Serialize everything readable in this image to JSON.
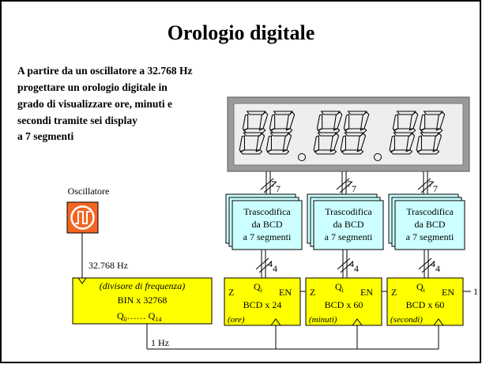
{
  "slide": {
    "title": "Orologio digitale",
    "intro_lines": [
      "A partire da un oscillatore a 32.768 Hz",
      "progettare un orologio digitale in",
      "grado di visualizzare ore, minuti e",
      "secondi tramite sei display",
      "a 7 segmenti"
    ]
  },
  "oscillator": {
    "label": "Oscillatore",
    "frequency": "32.768 Hz",
    "icon": "square-wave-icon",
    "color": "#f26522"
  },
  "divider": {
    "title": "(divisore di frequenza)",
    "name": "BIN x 32768",
    "outputs_first": "Q",
    "outputs_first_sub": "0",
    "outputs_dots": "……",
    "outputs_last": "Q",
    "outputs_last_sub": "14"
  },
  "clock_label": "1 Hz",
  "display": {
    "digit_count": 6,
    "separator": "."
  },
  "decoders": [
    {
      "line1": "Trascodifica",
      "line2": "da BCD",
      "line3": "a 7 segmenti"
    },
    {
      "line1": "Trascodifica",
      "line2": "da BCD",
      "line3": "a 7 segmenti"
    },
    {
      "line1": "Trascodifica",
      "line2": "da BCD",
      "line3": "a 7 segmenti"
    }
  ],
  "bus_labels": {
    "seven": "7",
    "four": "4"
  },
  "counters": [
    {
      "name": "BCD x 24",
      "unit": "(ore)",
      "z": "Z",
      "q": "Q",
      "q_sub": "i",
      "en": "EN"
    },
    {
      "name": "BCD x 60",
      "unit": "(minuti)",
      "z": "Z",
      "q": "Q",
      "q_sub": "i",
      "en": "EN"
    },
    {
      "name": "BCD x 60",
      "unit": "(secondi)",
      "z": "Z",
      "q": "Q",
      "q_sub": "i",
      "en": "EN"
    }
  ],
  "enable_input": "1",
  "colors": {
    "block_fill": "#ffff00",
    "decoder_fill": "#ccffff",
    "display_panel": "#9a9a9a",
    "display_face": "#eeeeee"
  }
}
